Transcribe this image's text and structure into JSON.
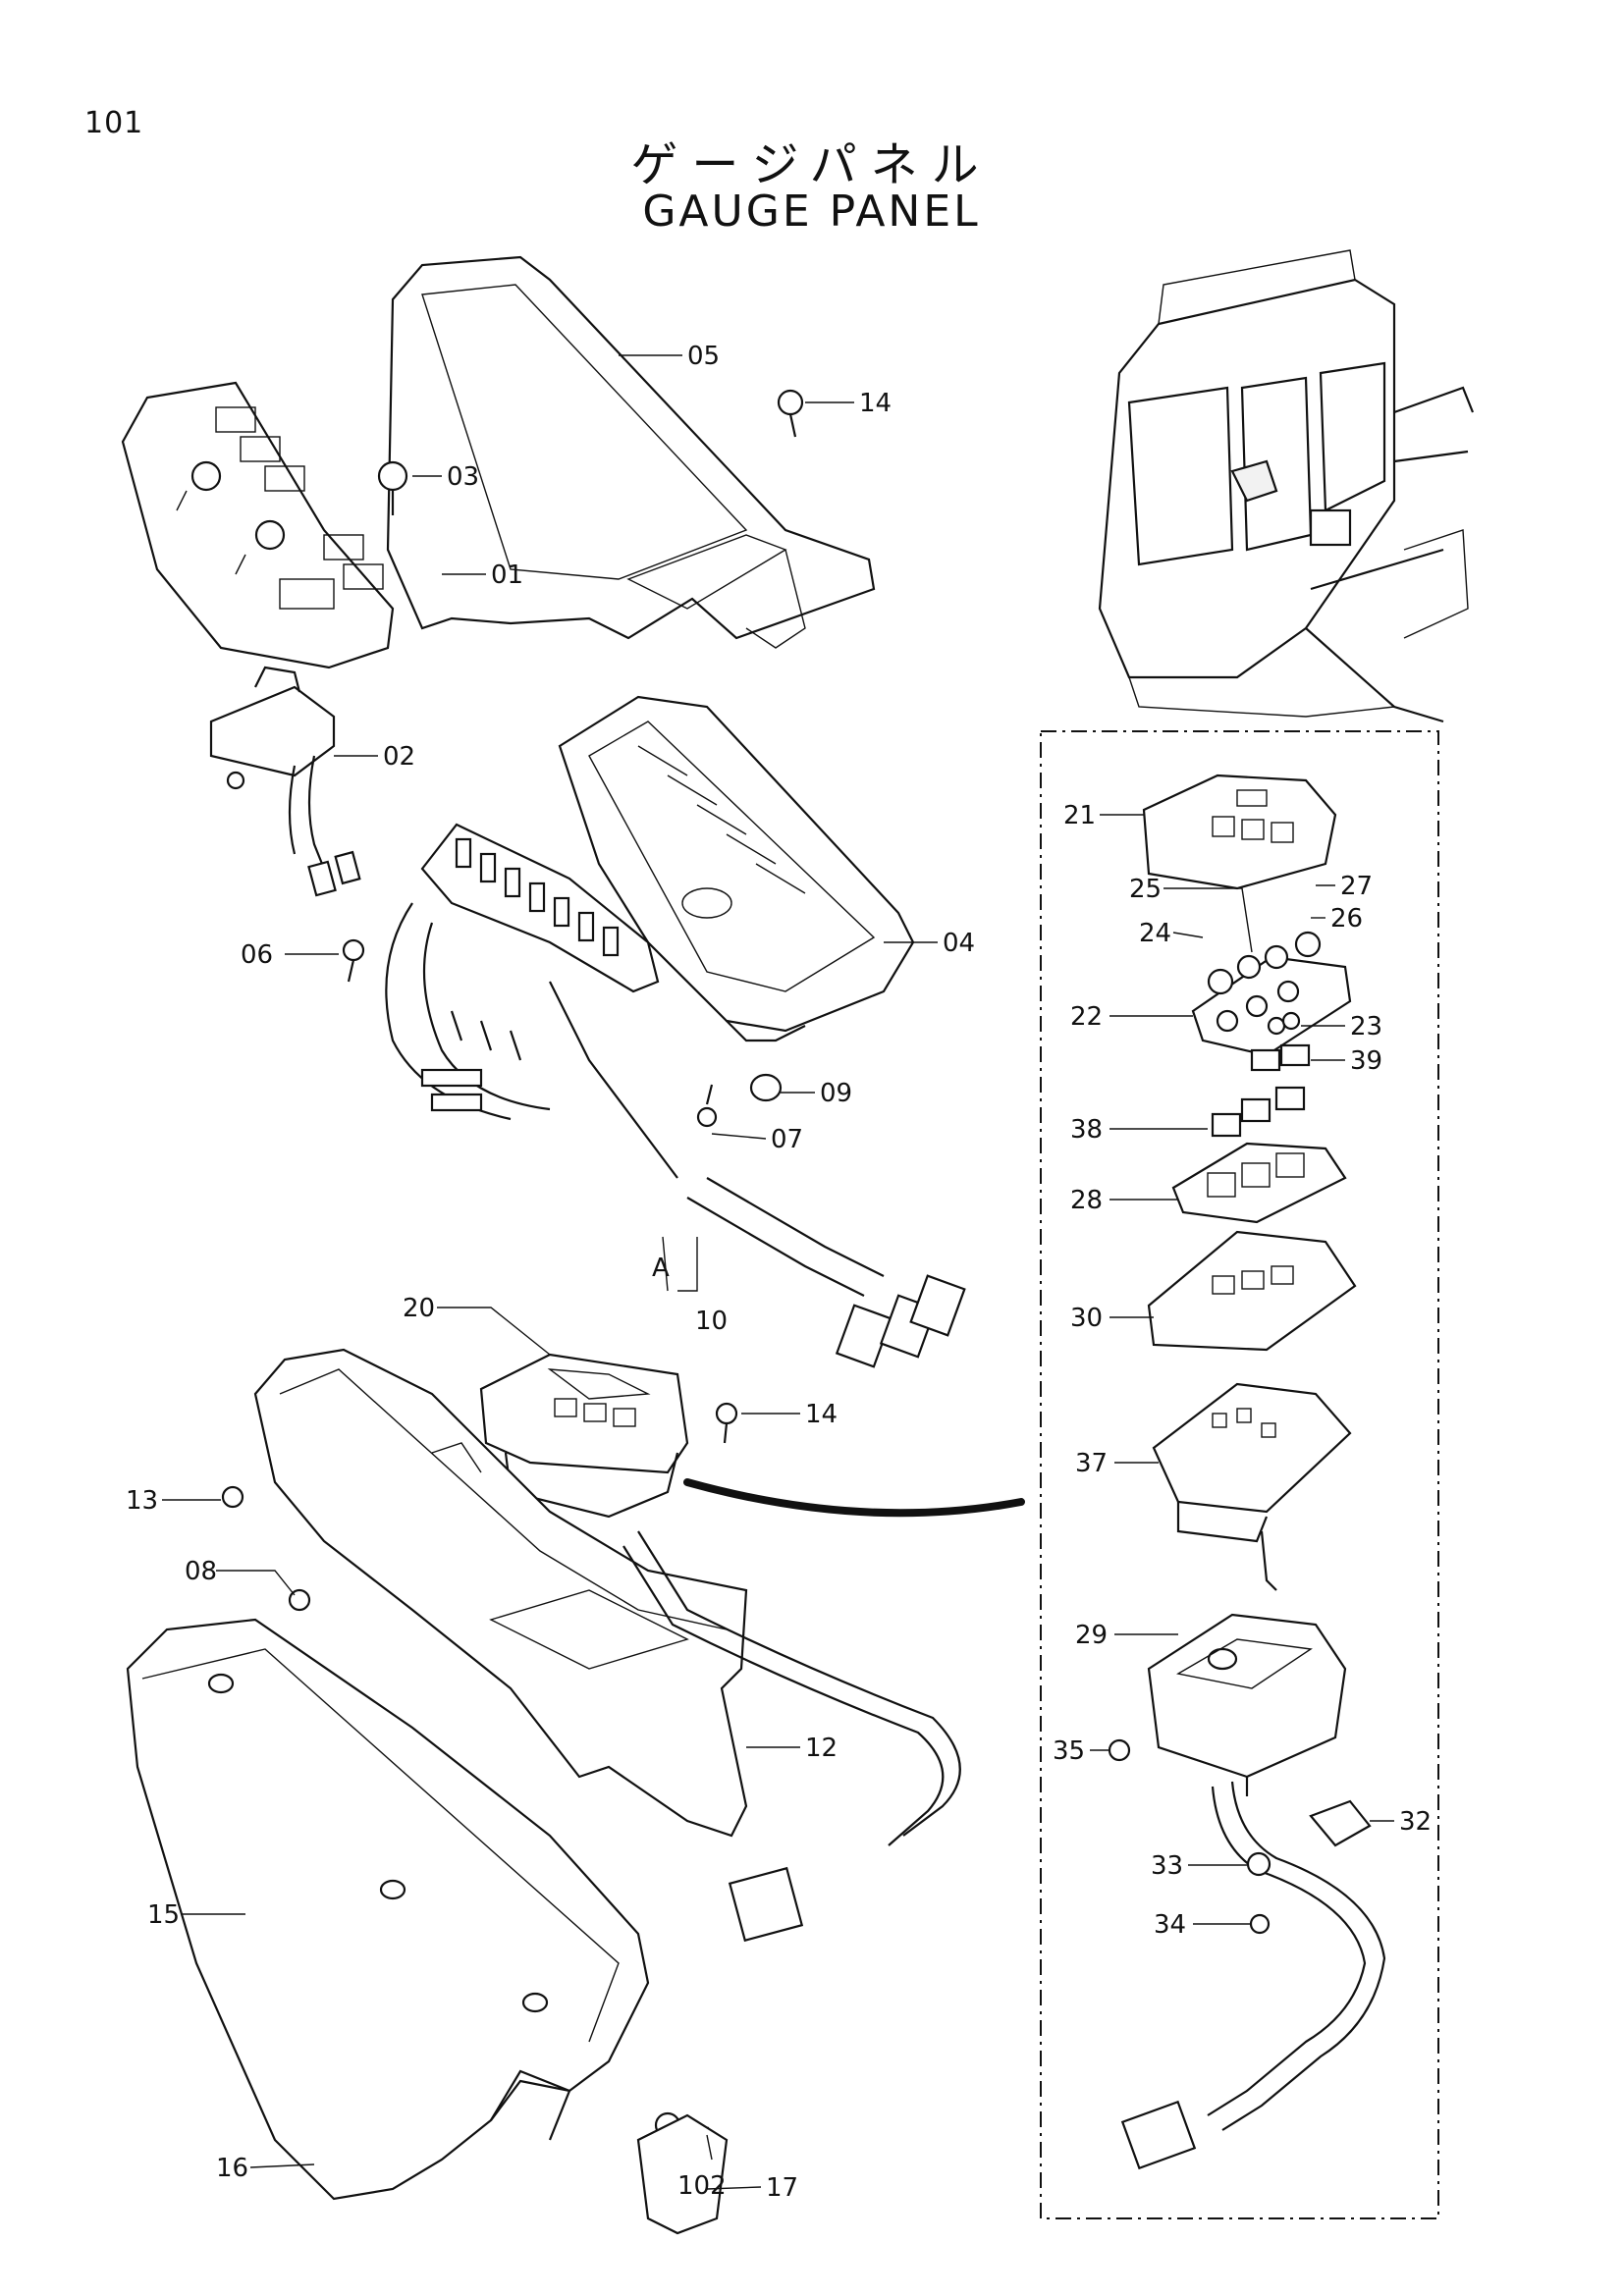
{
  "page_number": "101",
  "title_jp": "ゲージパネル",
  "title_en": "GAUGE PANEL",
  "detail_marker": "A",
  "callouts": [
    {
      "label": "01"
    },
    {
      "label": "02"
    },
    {
      "label": "03"
    },
    {
      "label": "04"
    },
    {
      "label": "05"
    },
    {
      "label": "06"
    },
    {
      "label": "07"
    },
    {
      "label": "08"
    },
    {
      "label": "09"
    },
    {
      "label": "10"
    },
    {
      "label": "12"
    },
    {
      "label": "13"
    },
    {
      "label": "14"
    },
    {
      "label": "14"
    },
    {
      "label": "15"
    },
    {
      "label": "16"
    },
    {
      "label": "17"
    },
    {
      "label": "20"
    },
    {
      "label": "21"
    },
    {
      "label": "22"
    },
    {
      "label": "23"
    },
    {
      "label": "24"
    },
    {
      "label": "25"
    },
    {
      "label": "26"
    },
    {
      "label": "27"
    },
    {
      "label": "28"
    },
    {
      "label": "29"
    },
    {
      "label": "30"
    },
    {
      "label": "32"
    },
    {
      "label": "33"
    },
    {
      "label": "34"
    },
    {
      "label": "35"
    },
    {
      "label": "37"
    },
    {
      "label": "38"
    },
    {
      "label": "39"
    },
    {
      "label": "102"
    }
  ]
}
